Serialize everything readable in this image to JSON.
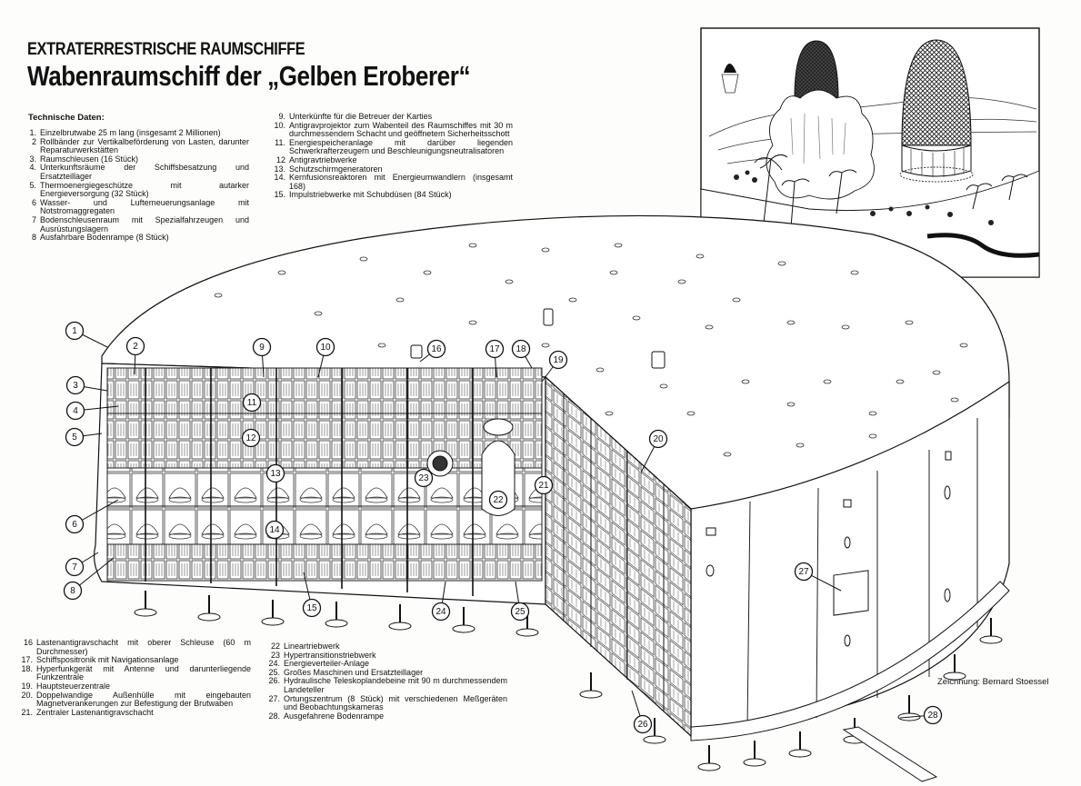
{
  "header": {
    "kicker": "EXTRATERRESTRISCHE RAUMSCHIFFE",
    "title": "Wabenraumschiff der „Gelben Eroberer“"
  },
  "legend": {
    "heading": "Technische Daten:",
    "items": [
      {
        "num": "1.",
        "text": "Einzelbrutwabe 25 m lang (insgesamt 2 Millionen)"
      },
      {
        "num": "2",
        "text": "Rollbänder zur Vertikalbeförderung von Lasten, darunter Reparaturwerkstätten"
      },
      {
        "num": "3.",
        "text": "Raumschleusen (16 Stück)"
      },
      {
        "num": "4.",
        "text": "Unterkunftsräume der Schiffsbesatzung und Ersatzteillager"
      },
      {
        "num": "5.",
        "text": "Thermoenergiegeschütze mit autarker Energieversorgung (32 Stück)"
      },
      {
        "num": "6",
        "text": "Wasser- und Lufterneuerungsanlage mit Notstromaggregaten"
      },
      {
        "num": "7",
        "text": "Bodenschleusenraum mit Spezialfahrzeugen und Ausrüstungslagern"
      },
      {
        "num": "8",
        "text": "Ausfahrbare Bodenrampe (8 Stück)"
      },
      {
        "num": "9.",
        "text": "Unterkünfte für die Betreuer der Karties"
      },
      {
        "num": "10.",
        "text": "Antigravprojektor zum Wabenteil des Raumschiffes mit 30 m durchmessendem Schacht und geöffnetem Sicherheitsschott"
      },
      {
        "num": "11.",
        "text": "Energiespeicheranlage mit darüber liegenden Schwerkrafterzeugern und Beschleunigungsneutralisatoren"
      },
      {
        "num": "12",
        "text": "Antigravtriebwerke"
      },
      {
        "num": "13.",
        "text": "Schutzschirmgeneratoren"
      },
      {
        "num": "14.",
        "text": "Kernfusionsreaktoren mit Energieumwandlern (insgesamt 168)"
      },
      {
        "num": "15.",
        "text": "Impulstriebwerke mit Schubdüsen (84 Stück)"
      },
      {
        "num": "16",
        "text": "Lastenantigravschacht mit oberer Schleuse (60 m Durchmesser)"
      },
      {
        "num": "17.",
        "text": "Schiffspositronik mit Navigationsanlage"
      },
      {
        "num": "18.",
        "text": "Hyperfunkgerät mit Antenne und darunterliegende Funkzentrale"
      },
      {
        "num": "19.",
        "text": "Hauptsteuerzentrale"
      },
      {
        "num": "20.",
        "text": "Doppelwandige Außenhülle mit eingebauten Magnetverankerungen zur Befestigung der Brutwaben"
      },
      {
        "num": "21.",
        "text": "Zentraler Lastenantigravschacht"
      },
      {
        "num": "22",
        "text": "Lineartriebwerk"
      },
      {
        "num": "23",
        "text": "Hypertransitionstriebwerk"
      },
      {
        "num": "24.",
        "text": "Energieverteiler-Anlage"
      },
      {
        "num": "25.",
        "text": "Großes Maschinen und Ersatzteillager"
      },
      {
        "num": "26.",
        "text": "Hydraulische Teleskoplandebeine mit 90 m durchmessendem Landeteller"
      },
      {
        "num": "27.",
        "text": "Ortungszentrum (8 Stück) mit verschiedenen Meßgeräten und Beobachtungskameras"
      },
      {
        "num": "28.",
        "text": "Ausgefahrene Bodenrampe"
      }
    ]
  },
  "callouts": [
    "1",
    "2",
    "3",
    "4",
    "5",
    "6",
    "7",
    "8",
    "9",
    "10",
    "11",
    "12",
    "13",
    "14",
    "15",
    "16",
    "17",
    "18",
    "19",
    "20",
    "21",
    "22",
    "23",
    "24",
    "25",
    "26",
    "27",
    "28"
  ],
  "credit": "Zeichnung: Bernard Stoessel",
  "colors": {
    "ink": "#111111",
    "paper": "#fdfdfb",
    "grid": "#444444"
  }
}
